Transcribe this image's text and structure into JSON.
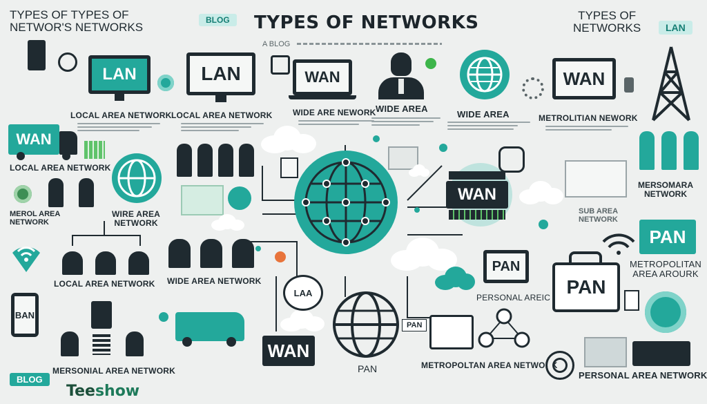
{
  "header": {
    "title": "TYPES OF NETWORKS",
    "top_left": "TYPES OF TYPES OF\nNETWOR'S NETWORKS",
    "top_right": "TYPES OF\nNETWORKS",
    "blog_top": "BLOG",
    "lan_tag": "LAN",
    "subline": "A BLOG"
  },
  "badges": {
    "lan_1": "LAN",
    "lan_2": "LAN",
    "wan_laptop": "WAN",
    "wan_top_right": "WAN",
    "wan_truck": "WAN",
    "wan_server": "WAN",
    "wan_bottom": "WAN",
    "pan_right": "PAN",
    "pan_briefcase": "PAN",
    "pan_monitor": "PAN",
    "pan_small": "PAN",
    "ban_phone": "BAN",
    "laa_bubble": "LAA"
  },
  "labels": {
    "local_area_network_1": "LOCAL AREA NETWORK",
    "local_area_network_2": "LOCAL AREA NETWORK",
    "wide_are_network": "WIDE ARE NEWORK",
    "wide_area_1": "WIDE AREA",
    "wide_area_2": "WIDE AREA",
    "metrolitian_network": "METROLITIAN NEWORK",
    "local_area_network_left": "LOCAL AREA NETWORK",
    "merol_area_network": "MEROL AREA\nNETWORK",
    "wire_area_network": "WIRE AREA\nNETWORK",
    "mersomara_network": "MERSOMARA\nNETWORK",
    "sub_area_network": "SUB AREA\nNETWORK",
    "local_area_network_mid": "LOCAL AREA NETWORK",
    "wide_area_network_mid": "WIDE AREA NETWORK",
    "metropolitan_area_arourk": "METROPOLITAN\nAREA AROURK",
    "personal_areic": "PERSONAL AREIC",
    "pan_bottom": "PAN",
    "mersonial_area_network": "MERSONIAL AREA NETWORK",
    "metropolitan_area_network": "METROPOLTAN AREA NETWORK",
    "personal_area_network": "PERSONAL AREA NETWORK"
  },
  "footer": {
    "blog": "BLOG",
    "brand_a": "Tee",
    "brand_b": "show"
  },
  "colors": {
    "teal": "#23a89b",
    "dark": "#1f2a30",
    "background": "#eef0ef"
  }
}
